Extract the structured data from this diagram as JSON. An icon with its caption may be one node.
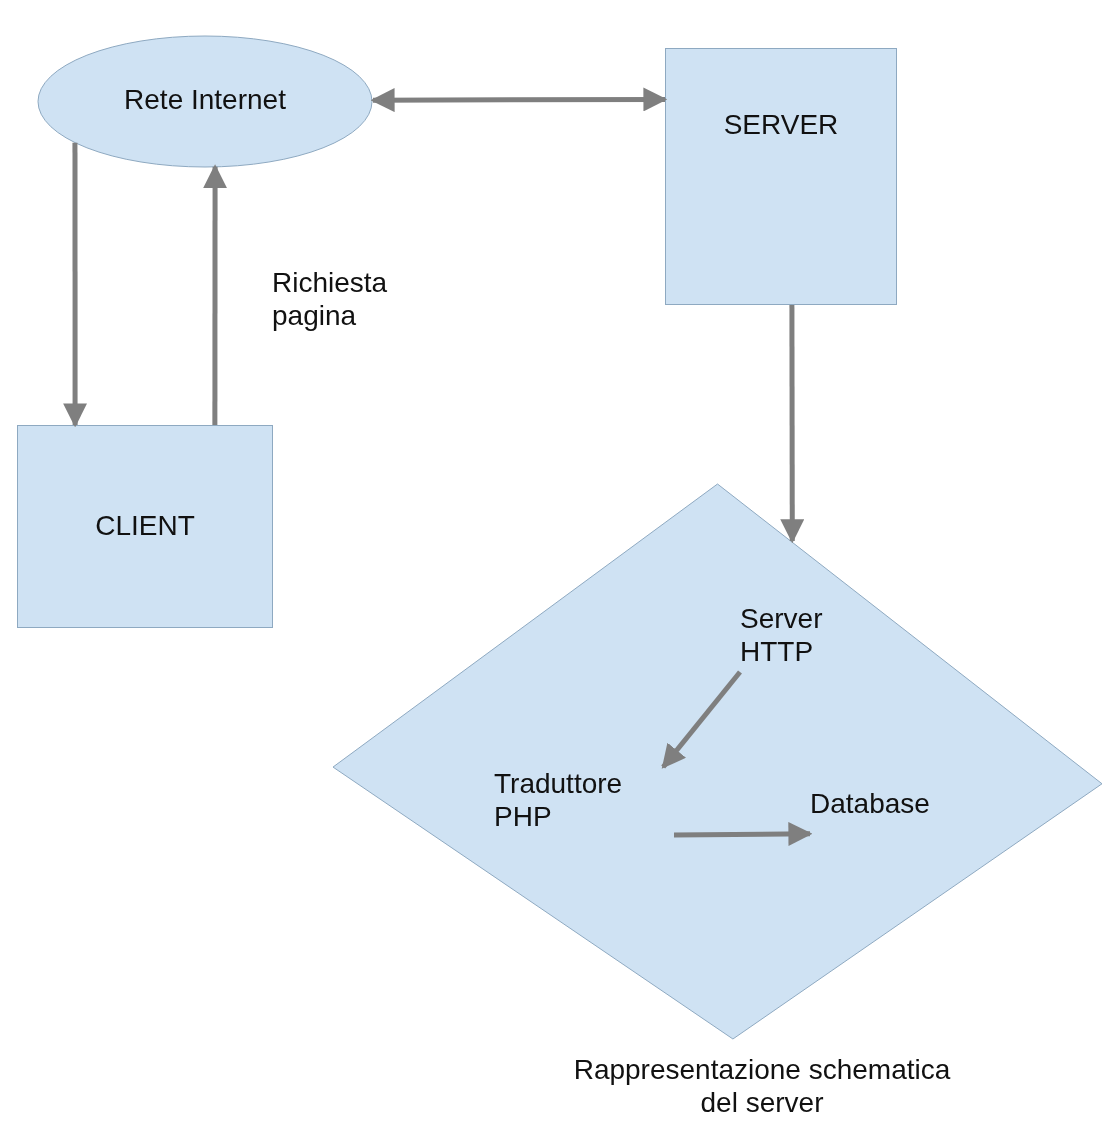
{
  "diagram": {
    "nodes": [
      {
        "text": [
          "Rete Internet"
        ]
      },
      {
        "text": [
          "SERVER"
        ]
      },
      {
        "text": [
          "CLIENT"
        ]
      },
      {
        "text": [],
        "shape": "diamond",
        "beside": [
          "Rappresentazione schematica del server"
        ]
      },
      {
        "text": [
          "Server HTTP"
        ],
        "in": 3
      },
      {
        "text": [
          "Traduttore PHP"
        ],
        "in": 3
      },
      {
        "text": [
          "Database"
        ],
        "in": 3
      }
    ],
    "edges": [
      {
        "from": 0,
        "to": 1,
        "arrow": "both"
      },
      {
        "from": 0,
        "to": 2,
        "arrow": "to"
      },
      {
        "from": 2,
        "to": 0,
        "arrow": "to",
        "label": "Richiesta pagina"
      },
      {
        "from": 1,
        "to": 3,
        "arrow": "to"
      },
      {
        "from": 4,
        "to": 5,
        "arrow": "to"
      },
      {
        "from": 5,
        "to": 6,
        "arrow": "to"
      }
    ]
  }
}
